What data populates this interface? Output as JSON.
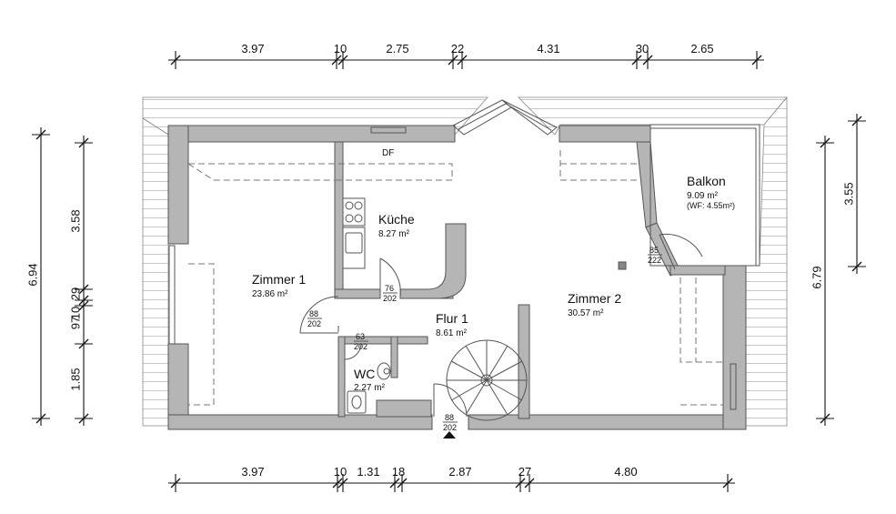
{
  "dimensions": {
    "top": [
      "3.97",
      "10",
      "2.75",
      "22",
      "4.31",
      "30",
      "2.65"
    ],
    "bottom": [
      "3.97",
      "10",
      "1.31",
      "18",
      "2.87",
      "27",
      "4.80"
    ],
    "left_outer": [
      "6.94"
    ],
    "left_inner": [
      "3.58",
      "29",
      "10",
      "97",
      "1.85"
    ],
    "right_outer": [
      "6.79"
    ],
    "right_inner": [
      "3.55"
    ]
  },
  "rooms": {
    "zimmer1": {
      "name": "Zimmer 1",
      "area": "23.86 m²"
    },
    "kueche": {
      "name": "Küche",
      "area": "8.27 m²"
    },
    "flur": {
      "name": "Flur 1",
      "area": "8.61 m²"
    },
    "wc": {
      "name": "WC",
      "area": "2.27 m²"
    },
    "zimmer2": {
      "name": "Zimmer 2",
      "area": "30.57 m²"
    },
    "balkon": {
      "name": "Balkon",
      "area": "9.09 m²",
      "note": "(WF: 4.55m²)"
    }
  },
  "labels": {
    "dachfenster": "DF"
  },
  "doors": {
    "kueche": {
      "width": "76",
      "height": "202"
    },
    "zimmer1": {
      "width": "88",
      "height": "202"
    },
    "wc": {
      "width": "63",
      "height": "202"
    },
    "entrance": {
      "width": "88",
      "height": "202"
    },
    "balkon": {
      "width": "85",
      "height": "222"
    }
  }
}
